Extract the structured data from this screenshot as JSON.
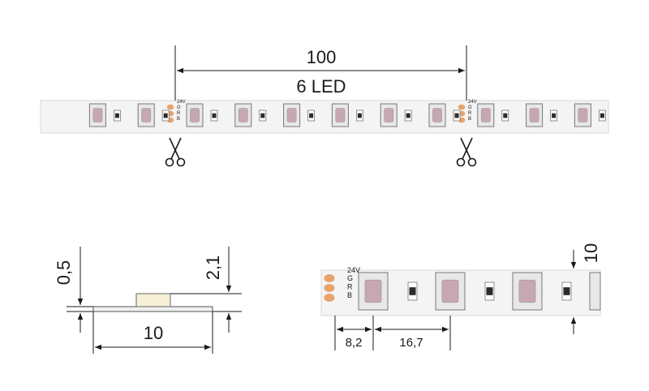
{
  "top_strip": {
    "length_label": "100",
    "led_count_label": "6 LED",
    "pad_labels": [
      "24V",
      "G",
      "R",
      "B"
    ]
  },
  "side_view": {
    "thickness_label": "0,5",
    "height_label": "2,1",
    "width_label": "10"
  },
  "detail_view": {
    "pad_labels": [
      "24V",
      "G",
      "R",
      "B"
    ],
    "offset_label": "8,2",
    "pitch_label": "16,7",
    "width_label": "10"
  },
  "colors": {
    "pad_color": "#e8a36b",
    "led_body": "#e8e8e8",
    "led_lens": "#c8a8b0",
    "resistor": "#2b2b2b",
    "strip_bg": "#f4f4f4"
  }
}
